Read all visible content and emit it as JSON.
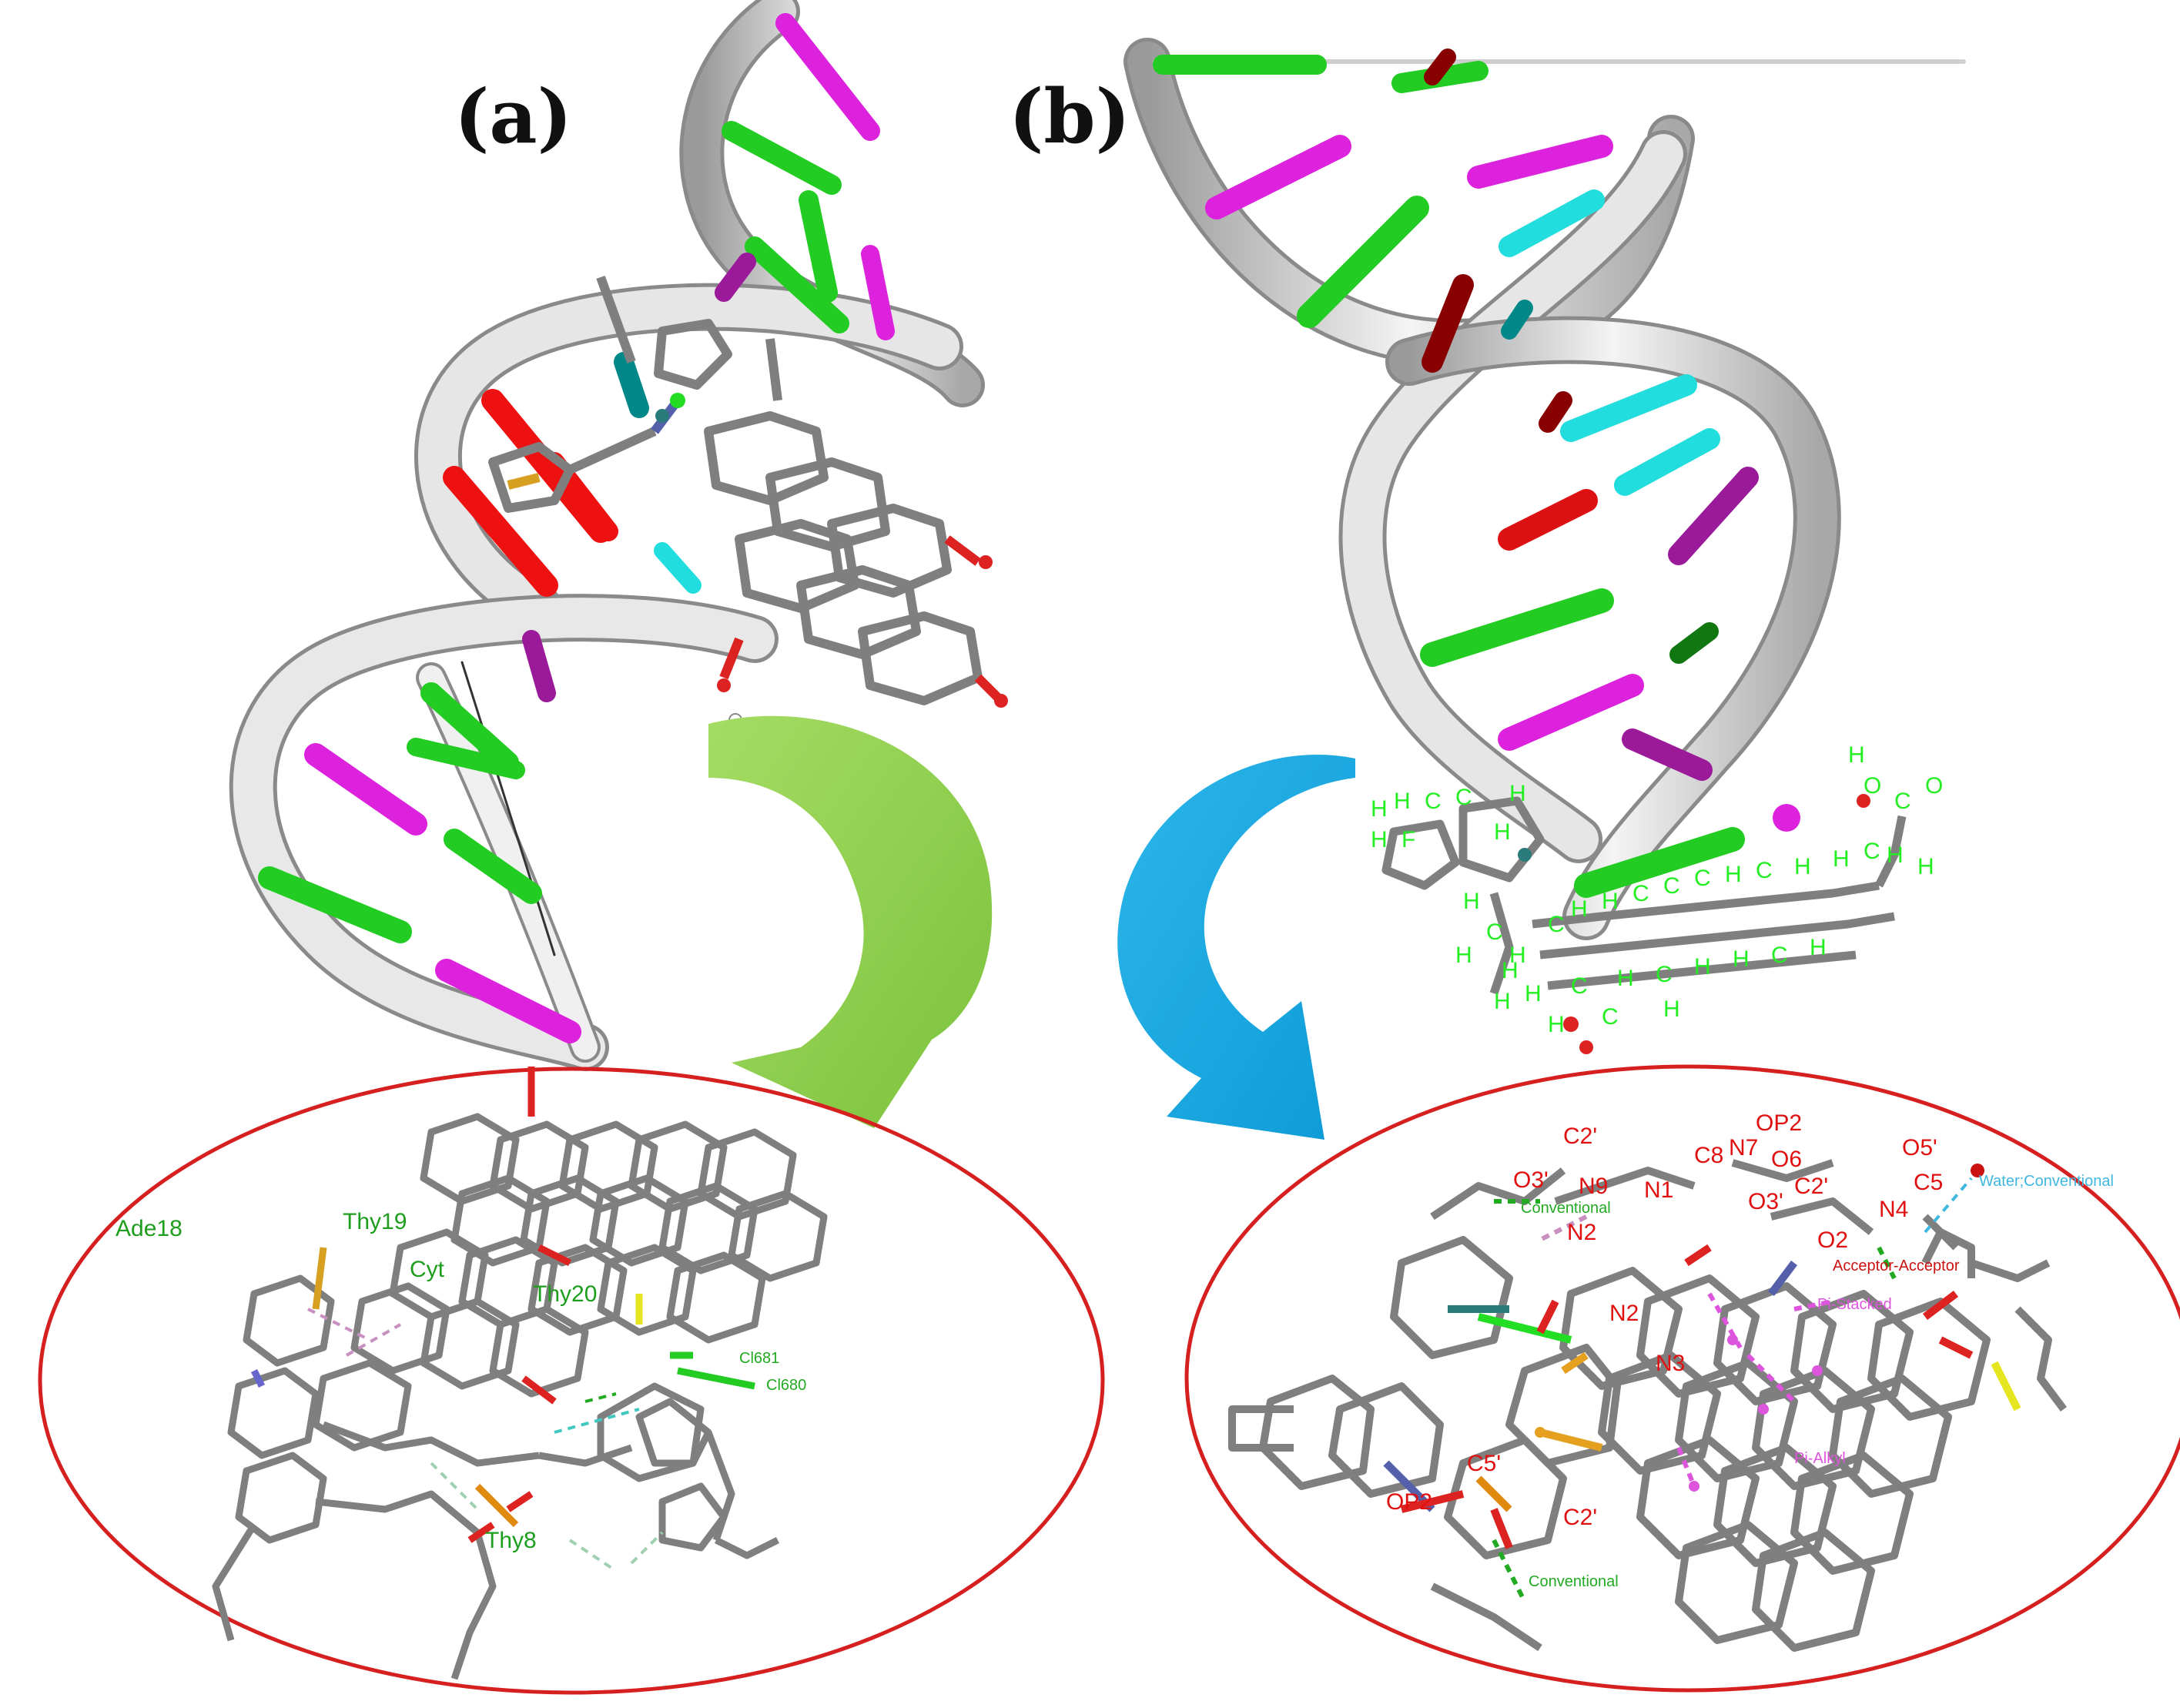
{
  "panels": {
    "a": {
      "label": "(a)",
      "residue_labels": [
        "Ade18",
        "Thy19",
        "Cyt",
        "Thy20",
        "Cl681",
        "Cl680",
        "Thy8"
      ]
    },
    "b": {
      "label": "(b)",
      "atom_labels": [
        "OP2",
        "N7",
        "O6",
        "C2'",
        "C8",
        "O3'",
        "N9",
        "N1",
        "C2'",
        "O3'",
        "O5'",
        "C5",
        "N4",
        "N2",
        "O2",
        "N2",
        "N3",
        "C5'",
        "OP2",
        "C2'"
      ],
      "interaction_labels": [
        "Water;Conventional",
        "Conventional",
        "Acceptor-Acceptor",
        "Pi-Stacked",
        "Pi-Alkyl",
        "Conventional"
      ]
    }
  },
  "colors": {
    "ribbon": "#d9d9d9",
    "base_green": "#22cc22",
    "base_magenta": "#dd22dd",
    "base_red": "#ee1111",
    "base_cyan": "#22dddd",
    "base_darkred": "#880000",
    "arrow_green": "#8fd14f",
    "arrow_blue": "#1aa9e0",
    "ellipse": "#d62020",
    "stick": "#7f7f7f"
  }
}
